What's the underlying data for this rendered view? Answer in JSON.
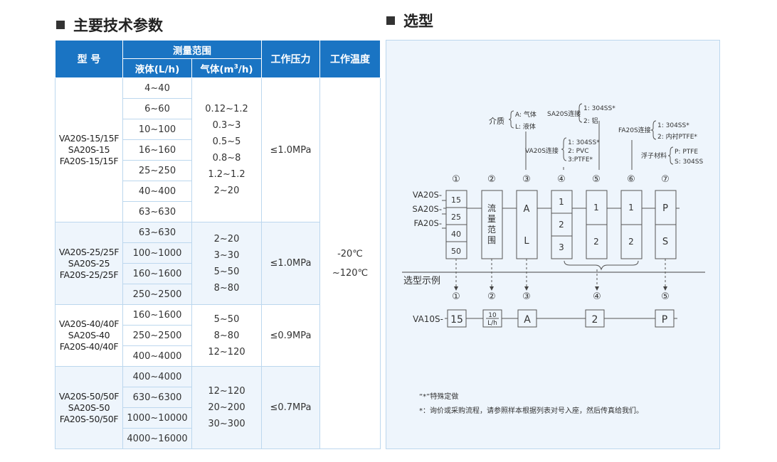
{
  "left_title": "主要技术参数",
  "right_title": "选型",
  "table": {
    "headers": {
      "model": "型 号",
      "range": "测量范围",
      "liquid": "液体(L/h)",
      "gas_pre": "气体(m",
      "gas_sup": "3",
      "gas_post": "/h)",
      "pressure": "工作压力",
      "temperature": "工作温度"
    },
    "groups": [
      {
        "models": [
          "VA20S-15/15F",
          "SA20S-15",
          "FA20S-15/15F"
        ],
        "liquid": [
          "4~40",
          "6~60",
          "10~100",
          "16~160",
          "25~250",
          "40~400",
          "63~630"
        ],
        "gas": [
          "0.12~1.2",
          "0.3~3",
          "0.5~5",
          "0.8~8",
          "1.2~1.2",
          "2~20"
        ],
        "pressure": "≤1.0MPa"
      },
      {
        "models": [
          "VA20S-25/25F",
          "SA20S-25",
          "FA20S-25/25F"
        ],
        "liquid": [
          "63~630",
          "100~1000",
          "160~1600",
          "250~2500"
        ],
        "gas": [
          "2~20",
          "3~30",
          "5~50",
          "8~80"
        ],
        "pressure": "≤1.0MPa"
      },
      {
        "models": [
          "VA20S-40/40F",
          "SA20S-40",
          "FA20S-40/40F"
        ],
        "liquid": [
          "160~1600",
          "250~2500",
          "400~4000"
        ],
        "gas": [
          "5~50",
          "8~80",
          "12~120"
        ],
        "pressure": "≤0.9MPa"
      },
      {
        "models": [
          "VA20S-50/50F",
          "SA20S-50",
          "FA20S-50/50F"
        ],
        "liquid": [
          "400~4000",
          "630~6300",
          "1000~10000",
          "4000~16000"
        ],
        "gas": [
          "12~120",
          "20~200",
          "30~300"
        ],
        "pressure": "≤0.7MPa"
      }
    ],
    "temperature": [
      "-20℃",
      "~120℃"
    ]
  },
  "diagram": {
    "medium": {
      "label": "介质",
      "a": "A: 气体",
      "l": "L: 液体"
    },
    "sa_conn": {
      "label": "SA20S连接",
      "o1": "1: 304SS*",
      "o2": "2: 铝"
    },
    "fa_conn": {
      "label": "FA20S连接",
      "o1": "1: 304SS*",
      "o2": "2: 内衬PTFE*"
    },
    "va_conn": {
      "label": "VA20S连接",
      "o1": "1: 304SS*",
      "o2": "2: PVC",
      "o3": "3:PTFE*"
    },
    "float_mat": {
      "label": "浮子材料",
      "p": "P: PTFE",
      "s": "S: 304SS"
    },
    "circles": [
      "①",
      "②",
      "③",
      "④",
      "⑤",
      "⑥",
      "⑦"
    ],
    "models": [
      "VA20S-",
      "SA20S-",
      "FA20S-"
    ],
    "sizes": [
      "15",
      "25",
      "40",
      "50"
    ],
    "flow": [
      "流",
      "量",
      "范",
      "围"
    ],
    "col3": [
      "A",
      "L"
    ],
    "col4": [
      "1",
      "2",
      "3"
    ],
    "col5": [
      "1",
      "2"
    ],
    "col6": [
      "1",
      "2"
    ],
    "col7": [
      "P",
      "S"
    ],
    "example_label": "选型示例",
    "ex_circles": [
      "①",
      "②",
      "③",
      "④",
      "⑤"
    ],
    "ex_model": "VA10S-",
    "ex_size": "15",
    "ex_flow_top": "10",
    "ex_flow_bottom": "L/h",
    "ex_medium": "A",
    "ex_conn": "2",
    "ex_float": "P",
    "note1": "“*”特殊定做",
    "note2": "*：询价或采购流程，请参照样本根据列表对号入座，然后传真给我们。"
  }
}
